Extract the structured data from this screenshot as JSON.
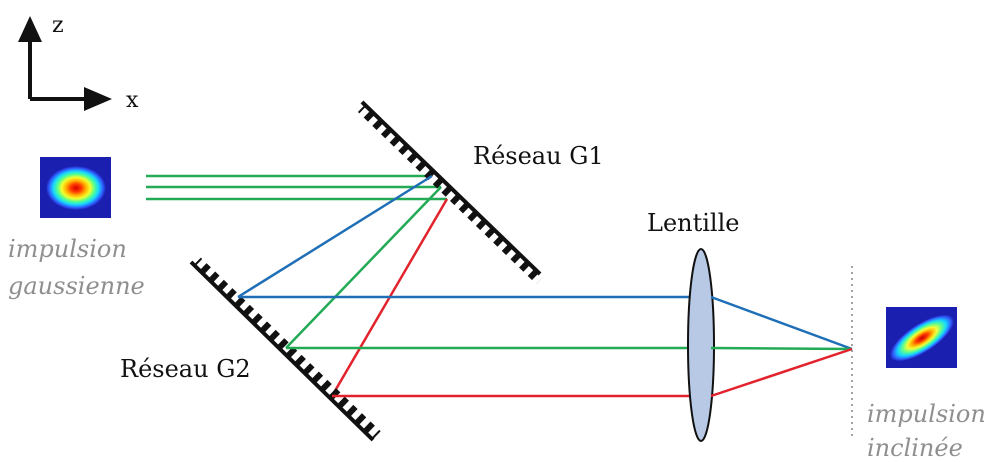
{
  "axes": {
    "vertical": "z",
    "horizontal": "x"
  },
  "labels": {
    "grating_g1": "Réseau G1",
    "grating_g2": "Réseau G2",
    "lens": "Lentille",
    "input_pulse_line1": "impulsion",
    "input_pulse_line2": "gaussienne",
    "output_pulse_line1": "impulsion",
    "output_pulse_line2": "inclinée"
  },
  "colors": {
    "blue_ray": "#1f6fb7",
    "green_ray": "#22aa55",
    "red_ray": "#e2222c",
    "lens_fill": "#b8c9e6",
    "grating": "#111111",
    "focal_plane": "#8a8a8a",
    "pulse_background": "#1a1fb0"
  },
  "icons": {
    "input_pulse": "gaussian-pulse-heatmap",
    "output_pulse": "tilted-pulse-heatmap"
  }
}
